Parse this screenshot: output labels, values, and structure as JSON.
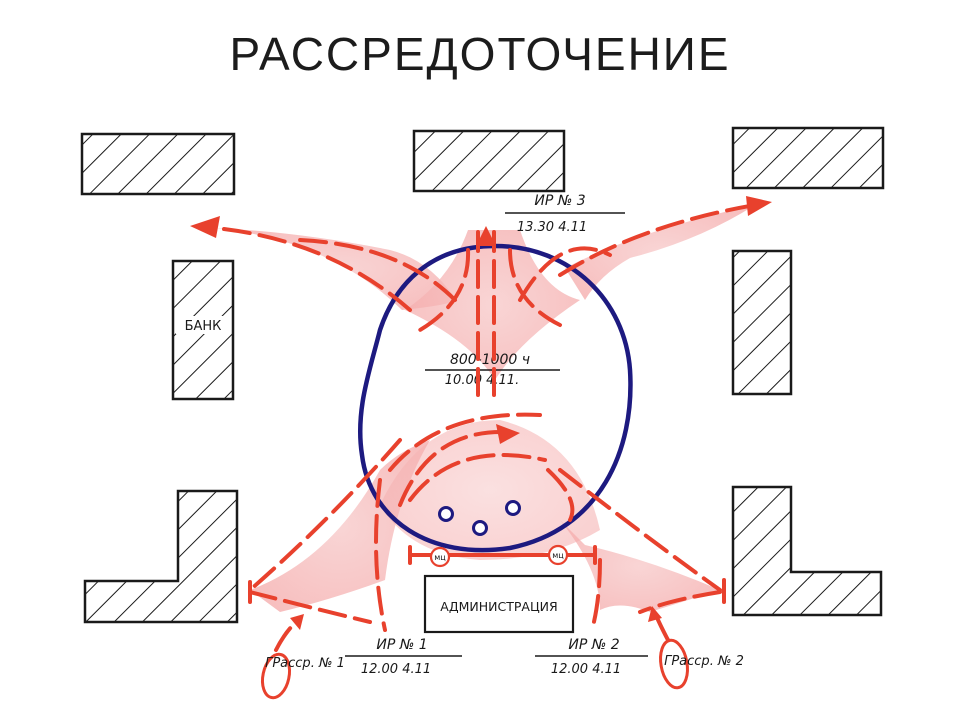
{
  "title": "РАССРЕДОТОЧЕНИЕ",
  "buildings": {
    "bank_label": "БАНК",
    "admin_label": "АДМИНИСТРАЦИЯ"
  },
  "crowd": {
    "count": "800-1000 ч",
    "time": "10.00     4.11."
  },
  "points": [
    {
      "name": "ИР № 3",
      "time": "13.30   4.11"
    },
    {
      "name": "ИР № 1",
      "time": "12.00  4.11"
    },
    {
      "name": "ИР № 2",
      "time": "12.00  4.11"
    }
  ],
  "groups": [
    {
      "name": "ГРасср. № 1"
    },
    {
      "name": "ГРасср. № 2"
    }
  ],
  "signs": [
    {
      "label": "мц"
    },
    {
      "label": "мц"
    }
  ],
  "colors": {
    "route": "#e8412d",
    "fan": "#f6b9b9",
    "crowd_circle": "#1d1a80",
    "building_outline": "#1a1a1a"
  },
  "icons": [
    "hatched-building",
    "crowd-circle",
    "arrow-route",
    "person-marker",
    "sign-marker"
  ]
}
